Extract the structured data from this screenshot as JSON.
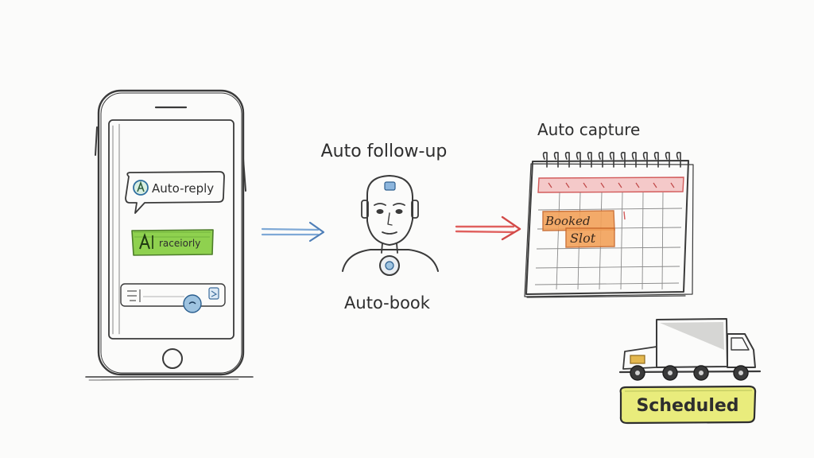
{
  "phone": {
    "bubble_reply": "Auto-reply",
    "bubble_green": "raceiorly"
  },
  "robot": {
    "label_top": "Auto follow-up",
    "label_bottom": "Auto-book"
  },
  "calendar": {
    "label": "Auto capture",
    "booked_line1": "Booked",
    "booked_line2": "Slot"
  },
  "truck": {
    "badge": "Scheduled"
  },
  "colors": {
    "blue_arrow": "#7fa9d6",
    "red_arrow": "#e0605e",
    "green_bubble": "#8fd14f",
    "orange_slot": "#f3a25a",
    "yellow_badge": "#e9ec7c"
  }
}
